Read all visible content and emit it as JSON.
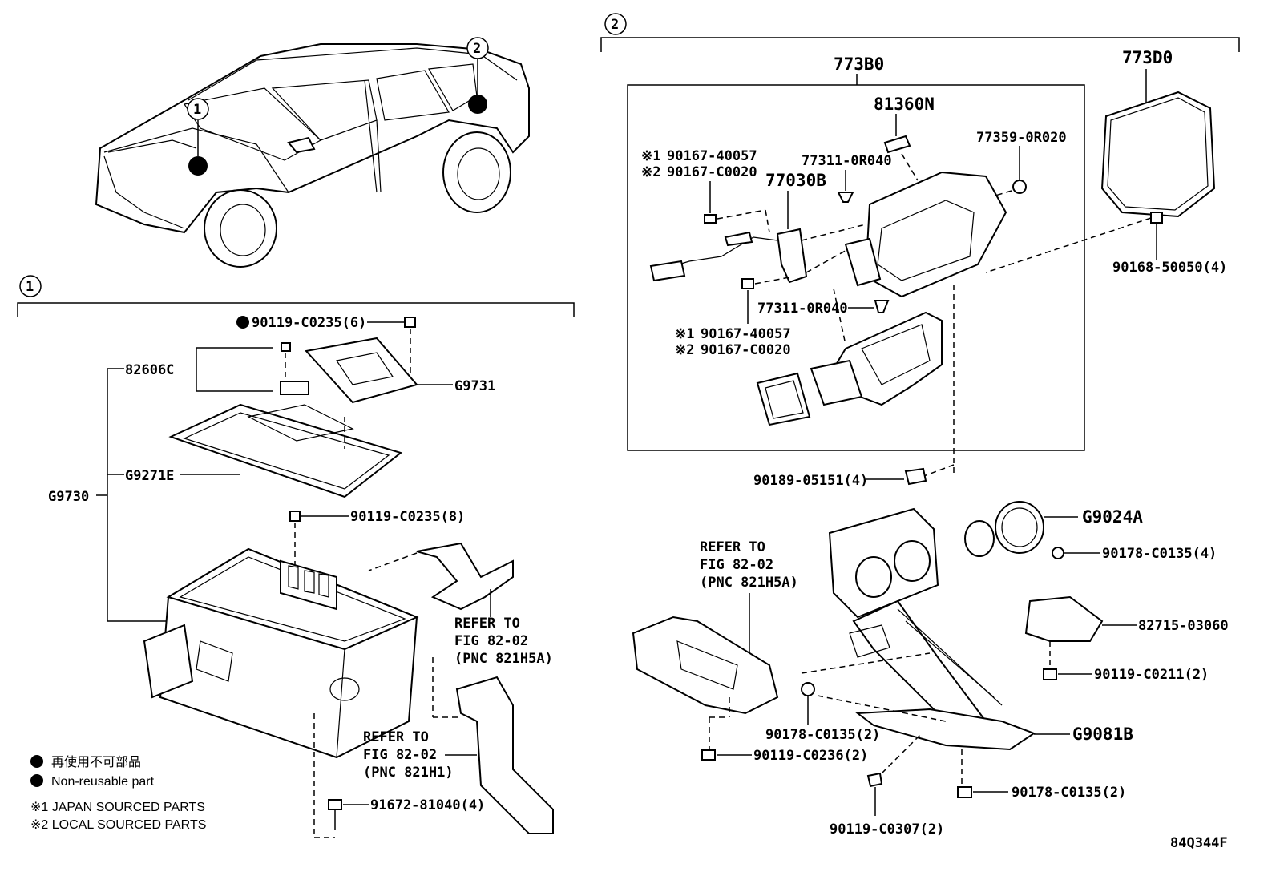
{
  "section_markers": {
    "one": "1",
    "two": "2"
  },
  "car_markers": {
    "one": "1",
    "two": "2"
  },
  "section1": {
    "labels": {
      "p90119_c0235_6": "90119-C0235(6)",
      "p82606c": "82606C",
      "pG9731": "G9731",
      "pG9271E": "G9271E",
      "pG9730": "G9730",
      "p90119_c0235_8": "90119-C0235(8)",
      "p91672_81040_4": "91672-81040(4)"
    },
    "refer_a": {
      "line1": "REFER TO",
      "line2": "FIG 82-02",
      "line3": "(PNC 821H5A)"
    },
    "refer_b": {
      "line1": "REFER TO",
      "line2": "FIG 82-02",
      "line3": "(PNC 821H1)"
    }
  },
  "section2": {
    "labels": {
      "p773B0": "773B0",
      "p773D0": "773D0",
      "p81360N": "81360N",
      "p77359_0R020": "77359-0R020",
      "p77311_0R040_a": "77311-0R040",
      "p77030B": "77030B",
      "p90168_50050_4": "90168-50050(4)",
      "p77311_0R040_b": "77311-0R040",
      "p90189_05151_4": "90189-05151(4)",
      "pG9024A": "G9024A",
      "p90178_c0135_4": "90178-C0135(4)",
      "p82715_03060": "82715-03060",
      "p90119_c0211_2": "90119-C0211(2)",
      "pG9081B": "G9081B",
      "p90178_c0135_2a": "90178-C0135(2)",
      "p90119_c0236_2": "90119-C0236(2)",
      "p90178_c0135_2b": "90178-C0135(2)",
      "p90119_c0307_2": "90119-C0307(2)"
    },
    "ref_notes_top": {
      "a1": "※1",
      "a1_num": "90167-40057",
      "a2": "※2",
      "a2_num": "90167-C0020"
    },
    "ref_notes_bottom": {
      "b1": "※1",
      "b1_num": "90167-40057",
      "b2": "※2",
      "b2_num": "90167-C0020"
    },
    "refer_c": {
      "line1": "REFER TO",
      "line2": "FIG 82-02",
      "line3": "(PNC 821H5A)"
    }
  },
  "legend": {
    "jp": "再使用不可部品",
    "en": "Non-reusable part",
    "note1": "※1 JAPAN SOURCED PARTS",
    "note2": "※2 LOCAL SOURCED PARTS"
  },
  "figure_id": "84Q344F"
}
